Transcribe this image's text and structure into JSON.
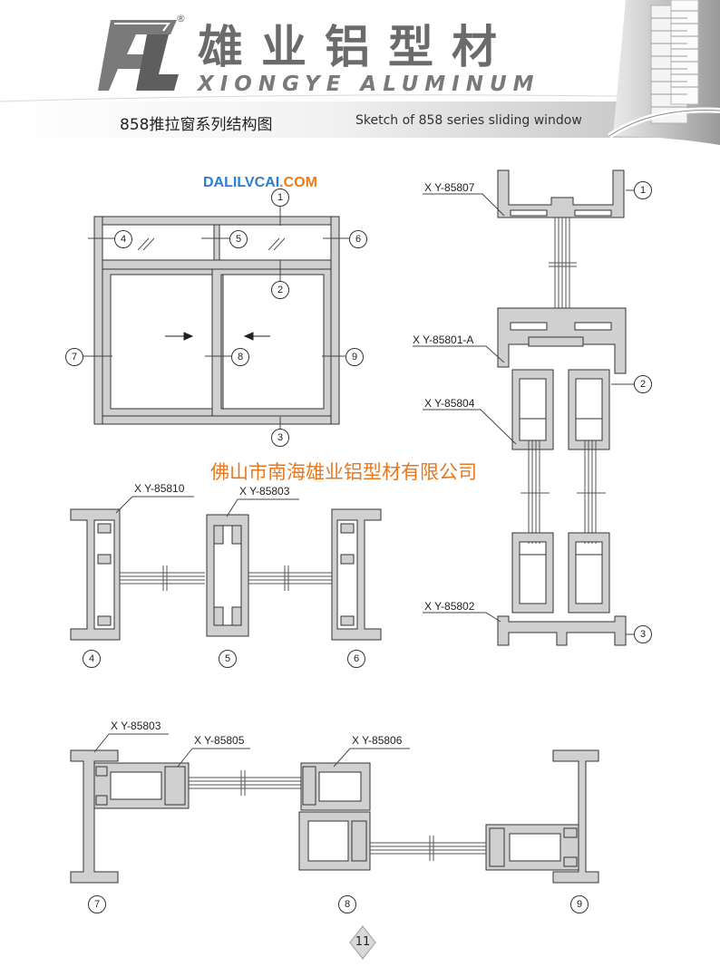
{
  "header": {
    "logo_mark": "XL",
    "brand_cn": "雄业铝型材",
    "brand_en": "XIONGYE ALUMINUM",
    "registered_mark": "®",
    "subtitle_cn": "858推拉窗系列结构图",
    "subtitle_en": "Sketch of 858 series sliding window"
  },
  "website": {
    "name": "DALILVCAI",
    "domain": ".COM"
  },
  "company_name": "佛山市南海雄业铝型材有限公司",
  "elevation": {
    "markers": [
      "1",
      "2",
      "3",
      "4",
      "5",
      "6",
      "7",
      "8",
      "9"
    ]
  },
  "vertical_section": {
    "profiles": [
      "X Y-85807",
      "X Y-85801-A",
      "X Y-85804",
      "X Y-85802"
    ],
    "markers": [
      "1",
      "2",
      "3"
    ]
  },
  "top_section": {
    "profiles": [
      "X Y-85810",
      "X Y-85803"
    ],
    "markers": [
      "4",
      "5",
      "6"
    ]
  },
  "bottom_section": {
    "profiles": [
      "X Y-85803",
      "X Y-85805",
      "X Y-85806"
    ],
    "markers": [
      "7",
      "8",
      "9"
    ]
  },
  "page_number": "11",
  "colors": {
    "profile_fill": "#cfcfcf",
    "outline": "#333333",
    "brand_gray": "#6b6b6b",
    "web_blue": "#2a7fd4",
    "web_orange": "#ee7a14",
    "company_orange": "#e8781e"
  }
}
